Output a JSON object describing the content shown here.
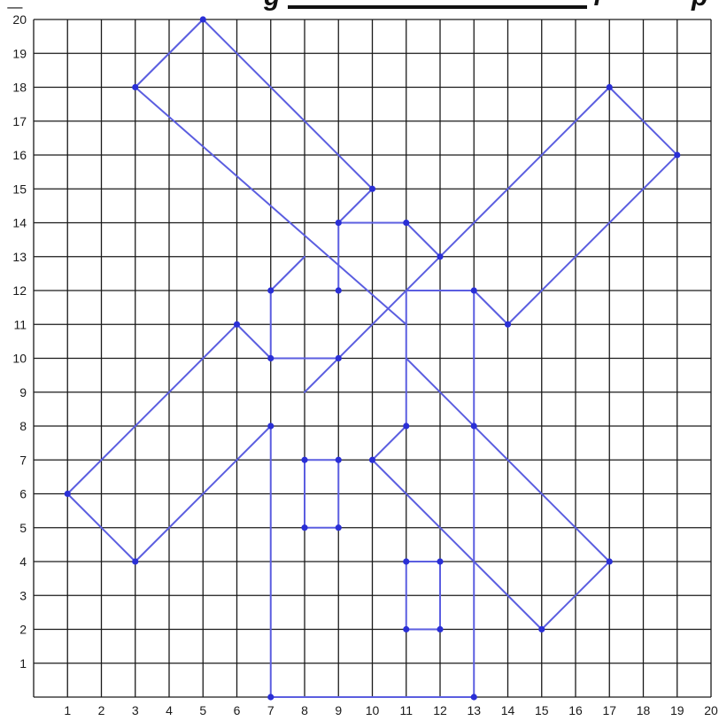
{
  "header_fragments": [
    "_",
    "g",
    "f",
    "p"
  ],
  "chart_data": {
    "type": "scatter",
    "title": "",
    "xlabel": "",
    "ylabel": "",
    "xlim": [
      0,
      20
    ],
    "ylim": [
      0,
      20
    ],
    "grid": true,
    "x_ticks": [
      "1",
      "2",
      "3",
      "4",
      "5",
      "6",
      "7",
      "8",
      "9",
      "10",
      "11",
      "12",
      "13",
      "14",
      "15",
      "16",
      "17",
      "18",
      "19",
      "20"
    ],
    "y_ticks": [
      "1",
      "2",
      "3",
      "4",
      "5",
      "6",
      "7",
      "8",
      "9",
      "10",
      "11",
      "12",
      "13",
      "14",
      "15",
      "16",
      "17",
      "18",
      "19",
      "20"
    ],
    "points": [
      [
        5,
        20
      ],
      [
        3,
        18
      ],
      [
        10,
        15
      ],
      [
        9,
        14
      ],
      [
        11,
        14
      ],
      [
        12,
        13
      ],
      [
        9,
        12
      ],
      [
        7,
        12
      ],
      [
        13,
        12
      ],
      [
        14,
        11
      ],
      [
        17,
        18
      ],
      [
        19,
        16
      ],
      [
        6,
        11
      ],
      [
        7,
        10
      ],
      [
        9,
        10
      ],
      [
        1,
        6
      ],
      [
        3,
        4
      ],
      [
        7,
        8
      ],
      [
        11,
        8
      ],
      [
        13,
        8
      ],
      [
        10,
        7
      ],
      [
        8,
        7
      ],
      [
        9,
        7
      ],
      [
        8,
        5
      ],
      [
        9,
        5
      ],
      [
        17,
        4
      ],
      [
        15,
        2
      ],
      [
        11,
        4
      ],
      [
        12,
        4
      ],
      [
        11,
        2
      ],
      [
        12,
        2
      ],
      [
        7,
        0
      ],
      [
        13,
        0
      ]
    ],
    "segments": [
      [
        [
          3,
          18
        ],
        [
          5,
          20
        ]
      ],
      [
        [
          5,
          20
        ],
        [
          10,
          15
        ]
      ],
      [
        [
          10,
          15
        ],
        [
          9,
          14
        ]
      ],
      [
        [
          9,
          14
        ],
        [
          9,
          12
        ]
      ],
      [
        [
          9,
          14
        ],
        [
          11,
          14
        ]
      ],
      [
        [
          11,
          14
        ],
        [
          12,
          13
        ]
      ],
      [
        [
          3,
          18
        ],
        [
          11,
          11
        ]
      ],
      [
        [
          17,
          18
        ],
        [
          19,
          16
        ]
      ],
      [
        [
          17,
          18
        ],
        [
          8,
          9
        ]
      ],
      [
        [
          19,
          16
        ],
        [
          14,
          11
        ]
      ],
      [
        [
          14,
          11
        ],
        [
          13,
          12
        ]
      ],
      [
        [
          13,
          12
        ],
        [
          11,
          12
        ]
      ],
      [
        [
          13,
          12
        ],
        [
          13,
          0
        ]
      ],
      [
        [
          11,
          12
        ],
        [
          11,
          8
        ]
      ],
      [
        [
          11,
          8
        ],
        [
          10,
          7
        ]
      ],
      [
        [
          10,
          7
        ],
        [
          15,
          2
        ]
      ],
      [
        [
          15,
          2
        ],
        [
          17,
          4
        ]
      ],
      [
        [
          17,
          4
        ],
        [
          11,
          10
        ]
      ],
      [
        [
          7,
          12
        ],
        [
          8,
          13
        ]
      ],
      [
        [
          7,
          12
        ],
        [
          7,
          10
        ]
      ],
      [
        [
          7,
          10
        ],
        [
          6,
          11
        ]
      ],
      [
        [
          6,
          11
        ],
        [
          1,
          6
        ]
      ],
      [
        [
          1,
          6
        ],
        [
          3,
          4
        ]
      ],
      [
        [
          3,
          4
        ],
        [
          7,
          8
        ]
      ],
      [
        [
          7,
          10
        ],
        [
          9,
          10
        ]
      ],
      [
        [
          7,
          8
        ],
        [
          7,
          0
        ]
      ],
      [
        [
          7,
          0
        ],
        [
          13,
          0
        ]
      ],
      [
        [
          8,
          7
        ],
        [
          9,
          7
        ]
      ],
      [
        [
          8,
          7
        ],
        [
          8,
          5
        ]
      ],
      [
        [
          8,
          5
        ],
        [
          9,
          5
        ]
      ],
      [
        [
          9,
          7
        ],
        [
          9,
          5
        ]
      ],
      [
        [
          11,
          4
        ],
        [
          12,
          4
        ]
      ],
      [
        [
          11,
          4
        ],
        [
          11,
          2
        ]
      ],
      [
        [
          11,
          2
        ],
        [
          12,
          2
        ]
      ],
      [
        [
          12,
          4
        ],
        [
          12,
          2
        ]
      ]
    ]
  }
}
